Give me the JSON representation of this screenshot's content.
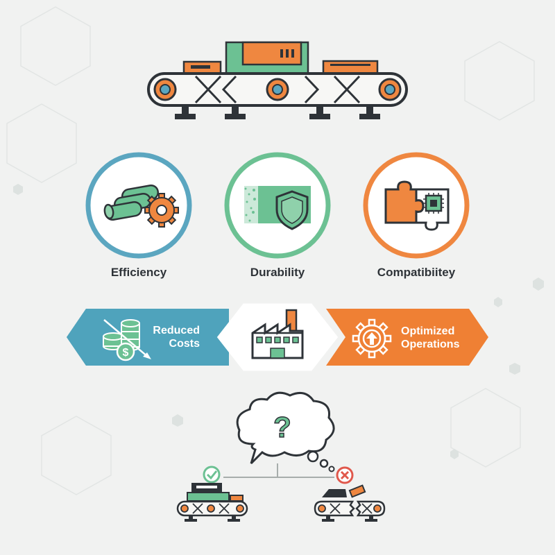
{
  "benefits": [
    {
      "label": "Efficiency",
      "icon": "rollers-gear-icon",
      "color": "#5ba6c0"
    },
    {
      "label": "Durability",
      "icon": "shield-icon",
      "color": "#6cc193"
    },
    {
      "label": "Compatibiitey",
      "icon": "puzzle-chip-icon",
      "color": "#ef8740"
    }
  ],
  "banners": {
    "left": {
      "line1": "Reduced",
      "line2": "Costs",
      "icon": "coins-dollar-icon",
      "color": "#4fa3bc"
    },
    "center": {
      "icon": "factory-icon"
    },
    "right": {
      "line1": "Optimized",
      "line2": "Operations",
      "icon": "gear-arrow-up-icon",
      "color": "#ef8034"
    }
  },
  "decision": {
    "thought_symbol": "?",
    "good_icon": "check-icon",
    "bad_icon": "cross-icon",
    "good_color": "#6cc193",
    "bad_color": "#e0584c"
  },
  "colors": {
    "teal": "#5ba6c0",
    "green": "#6cc193",
    "orange": "#ef8740",
    "dark": "#2e3338"
  }
}
